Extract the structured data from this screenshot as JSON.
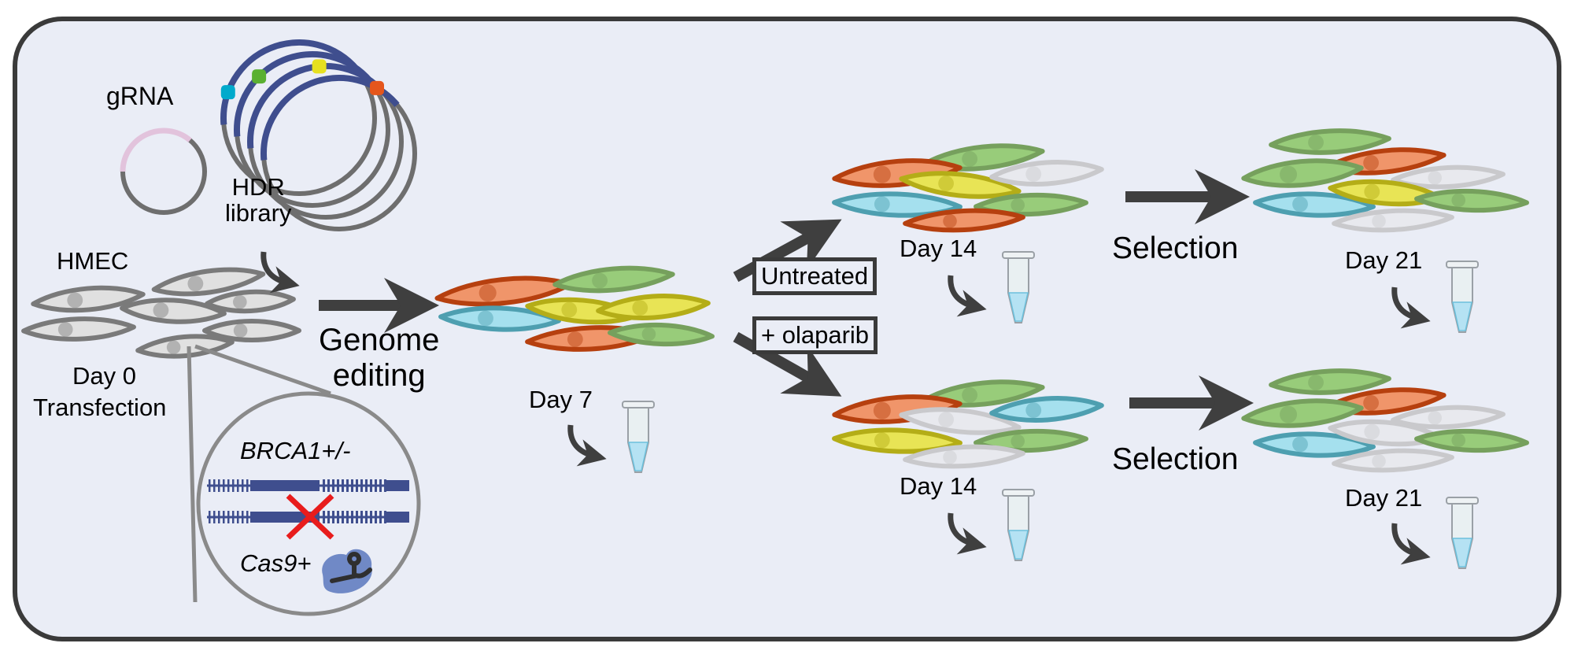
{
  "figure": {
    "background_color": "#eaedf6",
    "frame_color": "#3a3a3a",
    "arrow_color": "#3f3f3f"
  },
  "labels": {
    "grna": "gRNA",
    "hdr_library": "HDR\nlibrary",
    "hmec": "HMEC",
    "day0": "Day 0",
    "transfection": "Transfection",
    "genome_editing": "Genome\nediting",
    "day7": "Day 7",
    "untreated": "Untreated",
    "olaparib": "+ olaparib",
    "day14_top": "Day 14",
    "day14_bottom": "Day 14",
    "selection_top": "Selection",
    "selection_bottom": "Selection",
    "day21_top": "Day 21",
    "day21_bottom": "Day 21",
    "brca1": "BRCA1+/-",
    "cas9": "Cas9+"
  },
  "cell_colors": {
    "orange": {
      "fill": "#f0956a",
      "stroke": "#b6400f"
    },
    "green": {
      "fill": "#98cc7a",
      "stroke": "#76a05d"
    },
    "yellow": {
      "fill": "#e8e455",
      "stroke": "#b4ad17"
    },
    "cyan": {
      "fill": "#a5e0ee",
      "stroke": "#4e9fb0"
    },
    "grey_light": {
      "fill": "#e8e9ee",
      "stroke": "#c9c9cc"
    },
    "grey_hmec": {
      "fill": "#e0e0e0",
      "stroke": "#7a7a7a"
    }
  },
  "marker_colors": [
    "#00aacc",
    "#5ab031",
    "#e6e020",
    "#e5561c"
  ],
  "plasmid_colors": {
    "backbone": "#6e6e6e",
    "insert": "#3f4e8e",
    "grna_insert": "#e2c3dc"
  },
  "populations": {
    "day7": [
      "orange",
      "green",
      "cyan",
      "yellow",
      "yellow",
      "orange",
      "green"
    ],
    "day14_untreated": [
      "green",
      "orange",
      "yellow",
      "grey_light",
      "cyan",
      "green",
      "orange"
    ],
    "day14_olaparib": [
      "green",
      "orange",
      "grey_light",
      "cyan",
      "yellow",
      "green",
      "grey_light"
    ],
    "day21_untreated": [
      "green",
      "orange",
      "green",
      "grey_light",
      "cyan",
      "yellow",
      "green",
      "grey_light"
    ],
    "day21_olaparib": [
      "green",
      "orange",
      "green",
      "grey_light",
      "cyan",
      "grey_light",
      "green",
      "grey_light"
    ]
  }
}
